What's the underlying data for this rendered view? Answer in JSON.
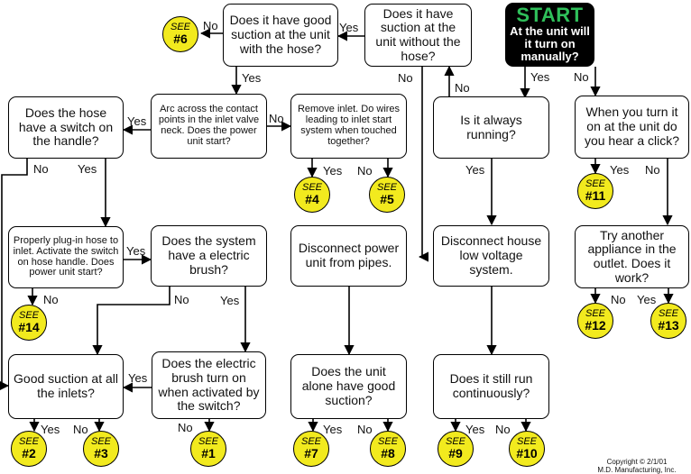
{
  "nodes": {
    "start": {
      "title": "START",
      "text": "At the unit will it turn on manually?"
    },
    "suction_without_hose": "Does it have suction at the unit without the hose?",
    "suction_with_hose": "Does it have good suction at the unit with the hose?",
    "arc_contact": "Arc across the contact points in the inlet valve neck. Does the power unit start?",
    "hose_switch": "Does the hose have a switch on the handle?",
    "remove_inlet": "Remove inlet. Do wires leading to inlet start system when touched together?",
    "always_running": "Is it always running?",
    "hear_click": "When you turn it on at the unit do you hear a click?",
    "plug_in_hose": "Properly plug-in hose to inlet. Activate the switch on hose handle. Does power unit start?",
    "electric_brush": "Does the system have a electric brush?",
    "disconnect_pipes": "Disconnect power unit from pipes.",
    "disconnect_low_voltage": "Disconnect house low voltage system.",
    "try_appliance": "Try another appliance in the outlet. Does it work?",
    "good_suction_inlets": "Good suction at all the inlets?",
    "brush_turn_on": "Does the electric brush turn on when activated by the switch?",
    "unit_alone_suction": "Does the unit alone have good suction?",
    "still_run": "Does it still run continuously?"
  },
  "see": {
    "prefix": "SEE",
    "refs": [
      "#6",
      "#4",
      "#5",
      "#11",
      "#14",
      "#12",
      "#13",
      "#2",
      "#3",
      "#1",
      "#7",
      "#8",
      "#9",
      "#10"
    ]
  },
  "labels": {
    "yes": "Yes",
    "no": "No"
  },
  "copyright": {
    "line1": "Copyright © 2/1/01",
    "line2": "M.D. Manufacturing, Inc."
  }
}
